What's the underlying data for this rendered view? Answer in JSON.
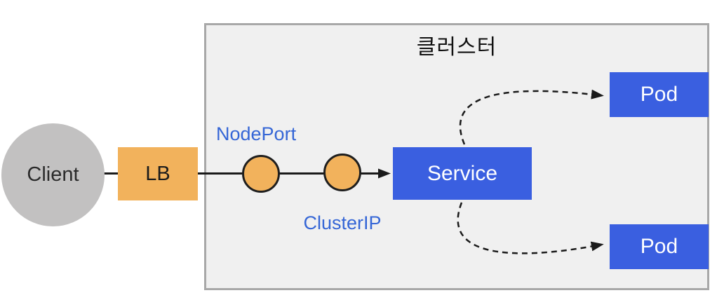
{
  "diagram": {
    "cluster_title": "클러스터",
    "client_label": "Client",
    "lb_label": "LB",
    "nodeport_label": "NodePort",
    "clusterip_label": "ClusterIP",
    "service_label": "Service",
    "pod_top_label": "Pod",
    "pod_bottom_label": "Pod",
    "colors": {
      "orange": "#f2b25c",
      "blue": "#3a5fe0",
      "gray_circle": "#c2c1c1",
      "cluster_bg": "#f0f0f0",
      "cluster_border": "#a8a8a8",
      "label_blue": "#3566d6",
      "line": "#1a1a1a"
    }
  }
}
